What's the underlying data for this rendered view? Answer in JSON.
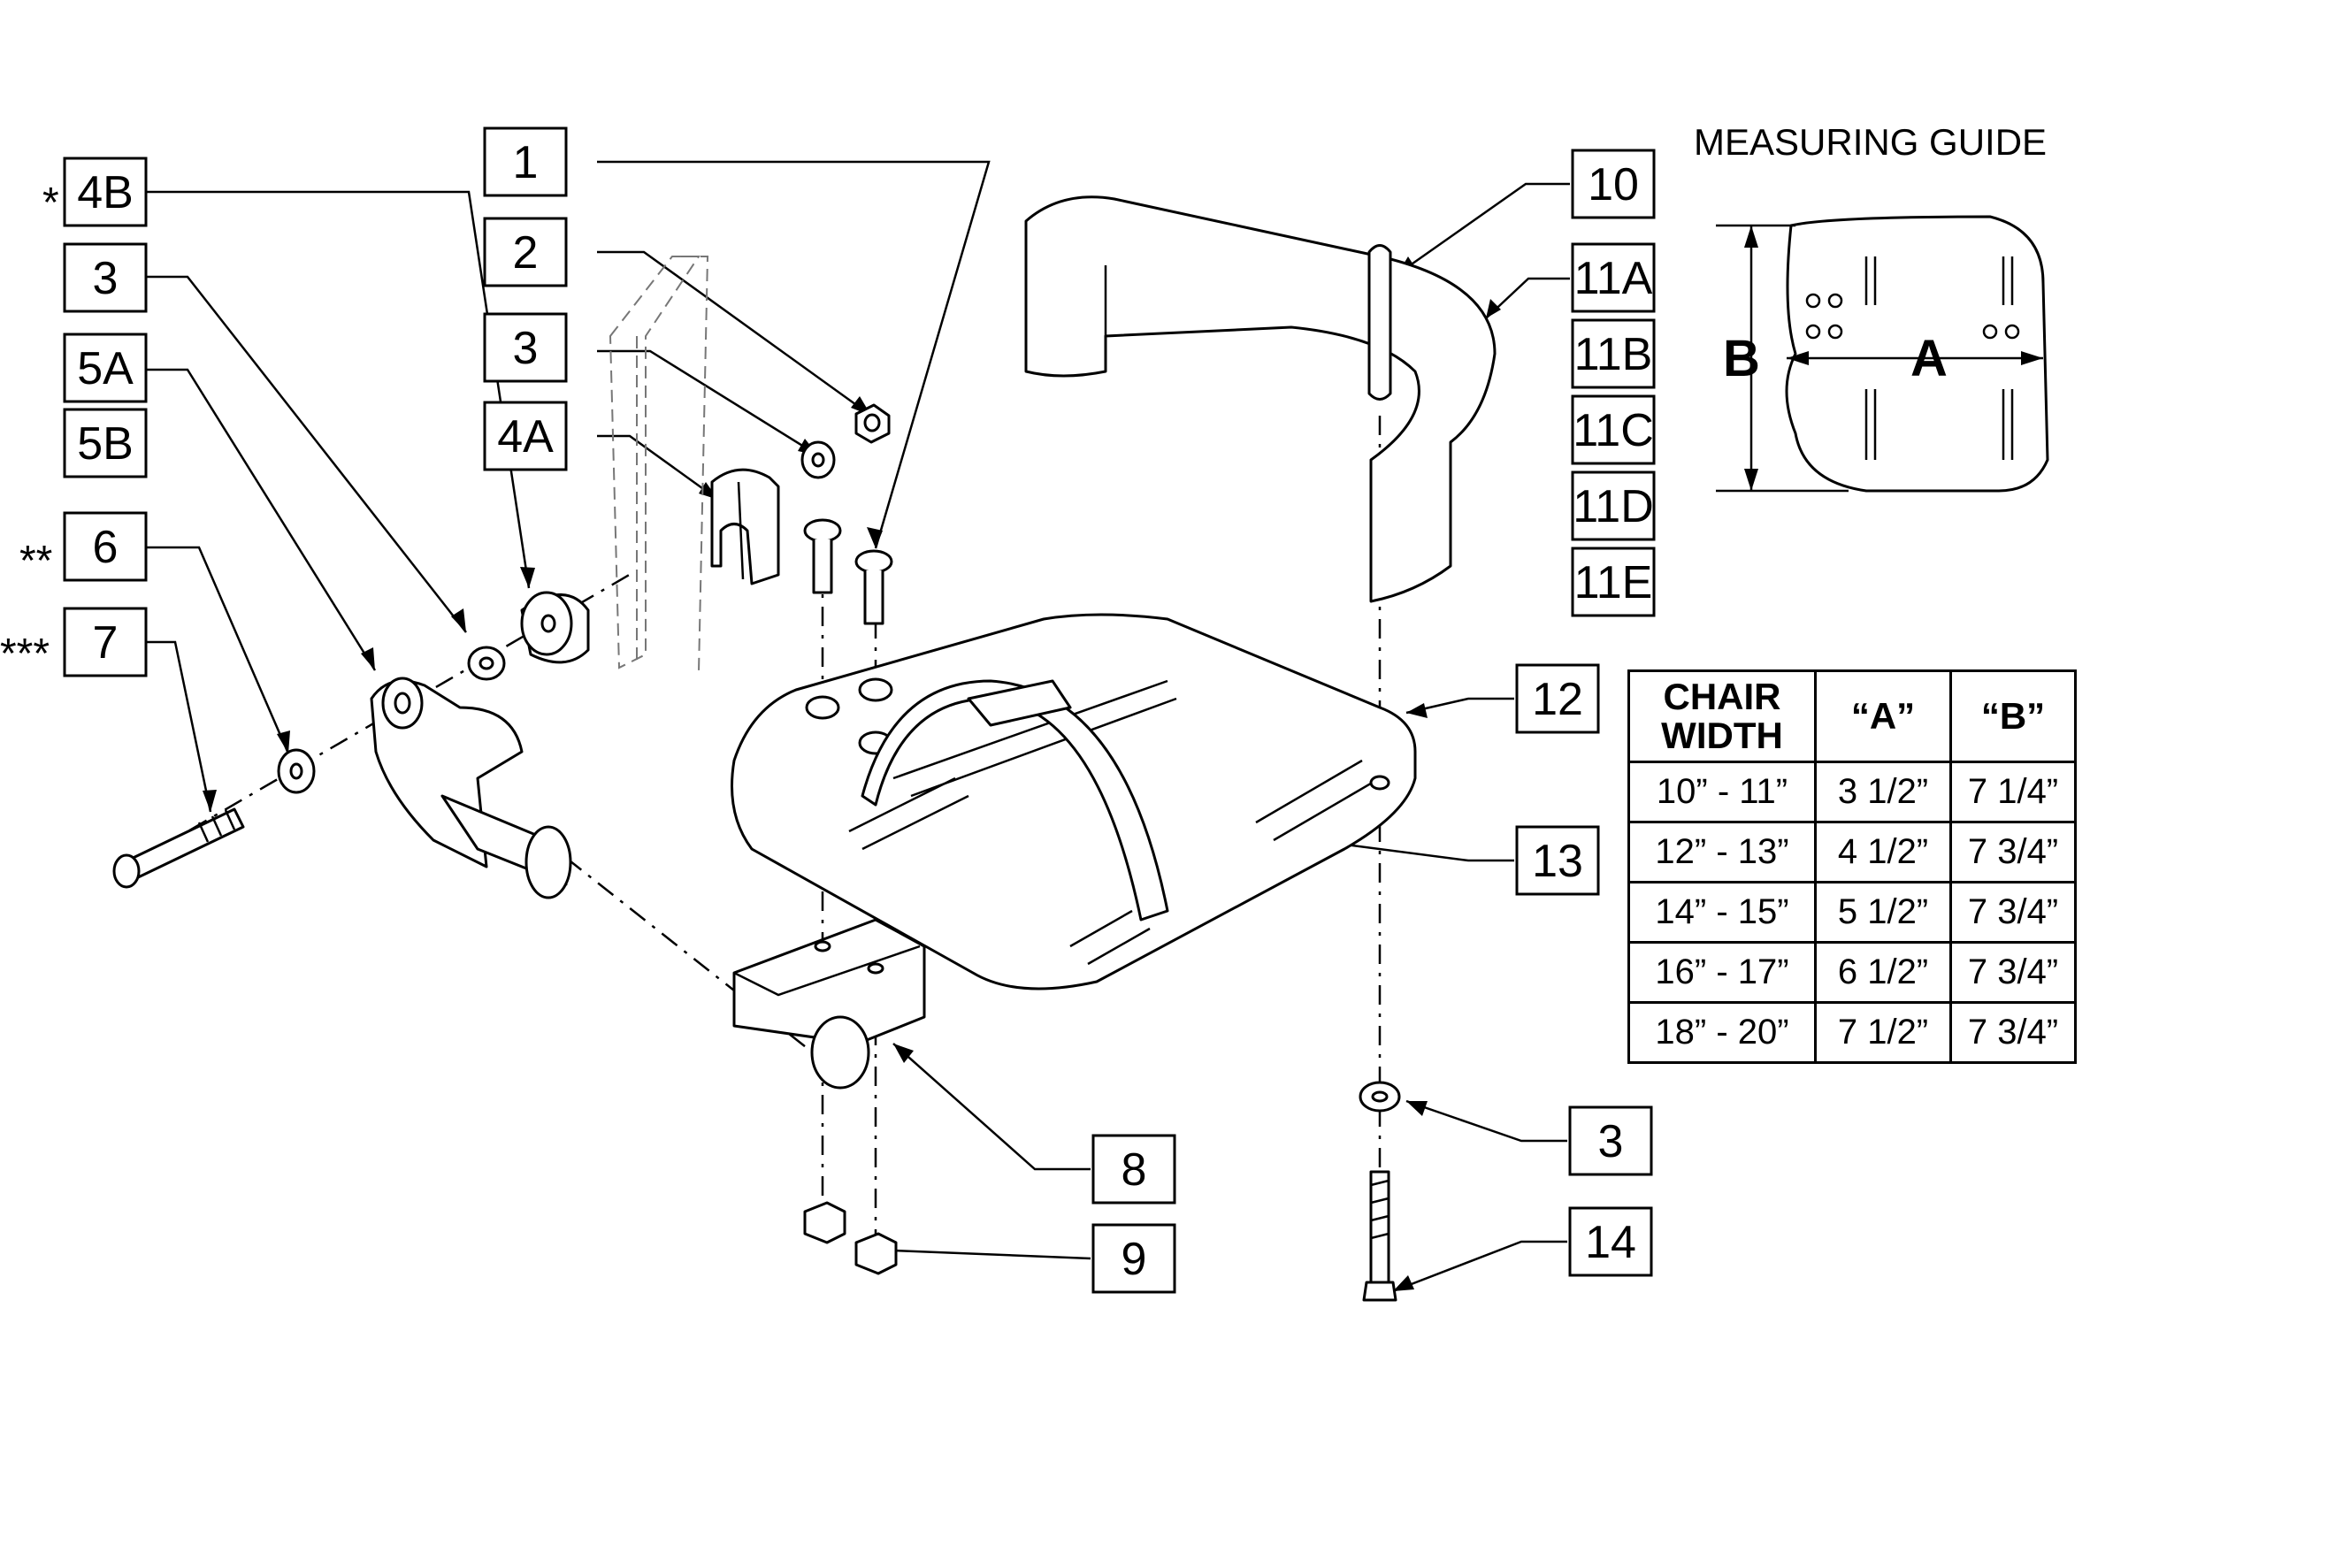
{
  "measuring_guide": {
    "title": "MEASURING GUIDE",
    "dim_a": "A",
    "dim_b": "B"
  },
  "callouts": {
    "c1": "1",
    "c2": "2",
    "c3a": "3",
    "c4a": "4A",
    "c4b": "4B",
    "c3b": "3",
    "c5a": "5A",
    "c5b": "5B",
    "c6": "6",
    "c7": "7",
    "c8": "8",
    "c9": "9",
    "c10": "10",
    "c11a": "11A",
    "c11b": "11B",
    "c11c": "11C",
    "c11d": "11D",
    "c11e": "11E",
    "c12": "12",
    "c13": "13",
    "c3c": "3",
    "c14": "14"
  },
  "markers": {
    "m4b": "*",
    "m6": "**",
    "m7": "***"
  },
  "table": {
    "header": [
      "CHAIR WIDTH",
      "“A”",
      "“B”"
    ],
    "rows": [
      [
        "10” - 11”",
        "3 1/2”",
        "7 1/4”"
      ],
      [
        "12” - 13”",
        "4 1/2”",
        "7 3/4”"
      ],
      [
        "14” - 15”",
        "5 1/2”",
        "7 3/4”"
      ],
      [
        "16” - 17”",
        "6 1/2”",
        "7 3/4”"
      ],
      [
        "18” - 20”",
        "7 1/2”",
        "7 3/4”"
      ]
    ]
  }
}
